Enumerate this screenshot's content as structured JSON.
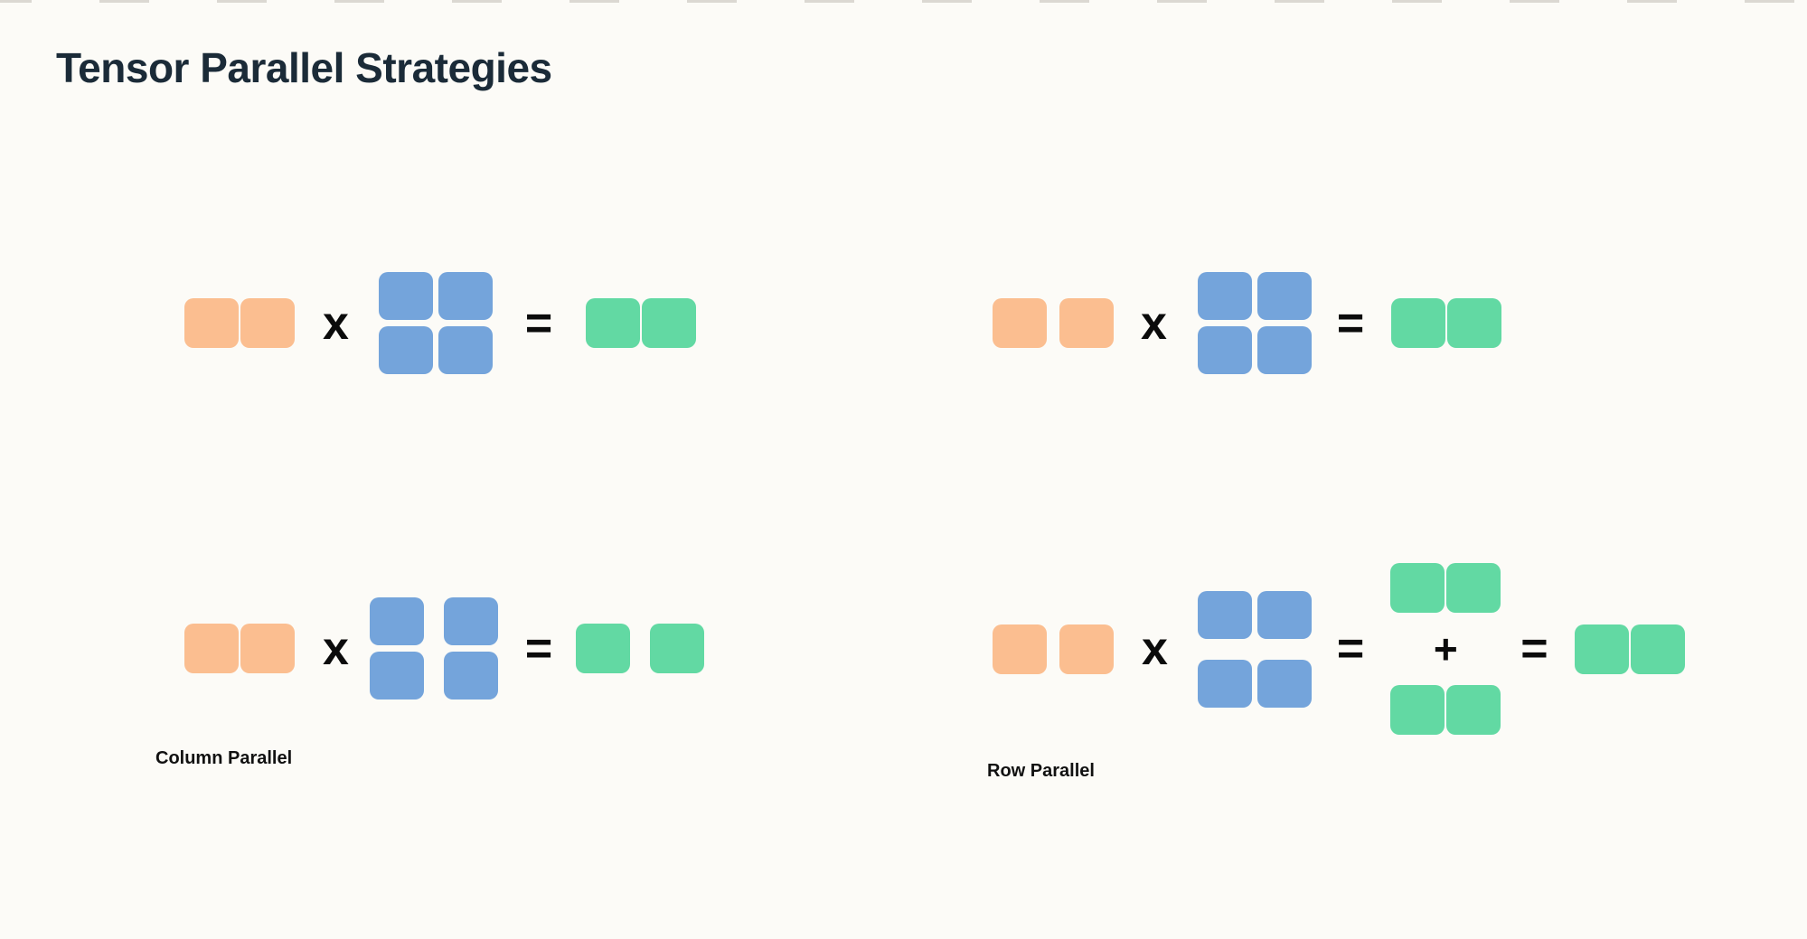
{
  "page": {
    "title": "Tensor Parallel Strategies"
  },
  "colors": {
    "background": "#FCFBF7",
    "title_text": "#1B2B38",
    "label_text": "#111111",
    "operator_text": "#0B0B0B",
    "input_orange": "#FBBE90",
    "weight_blue": "#74A4DB",
    "output_green": "#62D9A3",
    "top_dash": "#DBD8D2"
  },
  "operators": {
    "multiply": "x",
    "equals": "=",
    "plus": "+"
  },
  "labels": {
    "column_parallel": "Column Parallel",
    "row_parallel": "Row Parallel"
  },
  "diagrams": {
    "top_left": {
      "description": "1x2 orange input (joined) x full 2x2 blue weight = 1x2 green output (joined)"
    },
    "top_right": {
      "description": "1x2 orange input (split apart) x full 2x2 blue weight = 1x2 green output (joined)"
    },
    "bottom_left": {
      "description": "1x2 orange input x 2x2 blue weight split by columns = 1x2 green output split apart"
    },
    "bottom_right": {
      "description": "1x2 orange input (split) x 2x2 blue weight split by rows = two 1x2 green partial outputs + summed = 1x2 green output"
    }
  }
}
